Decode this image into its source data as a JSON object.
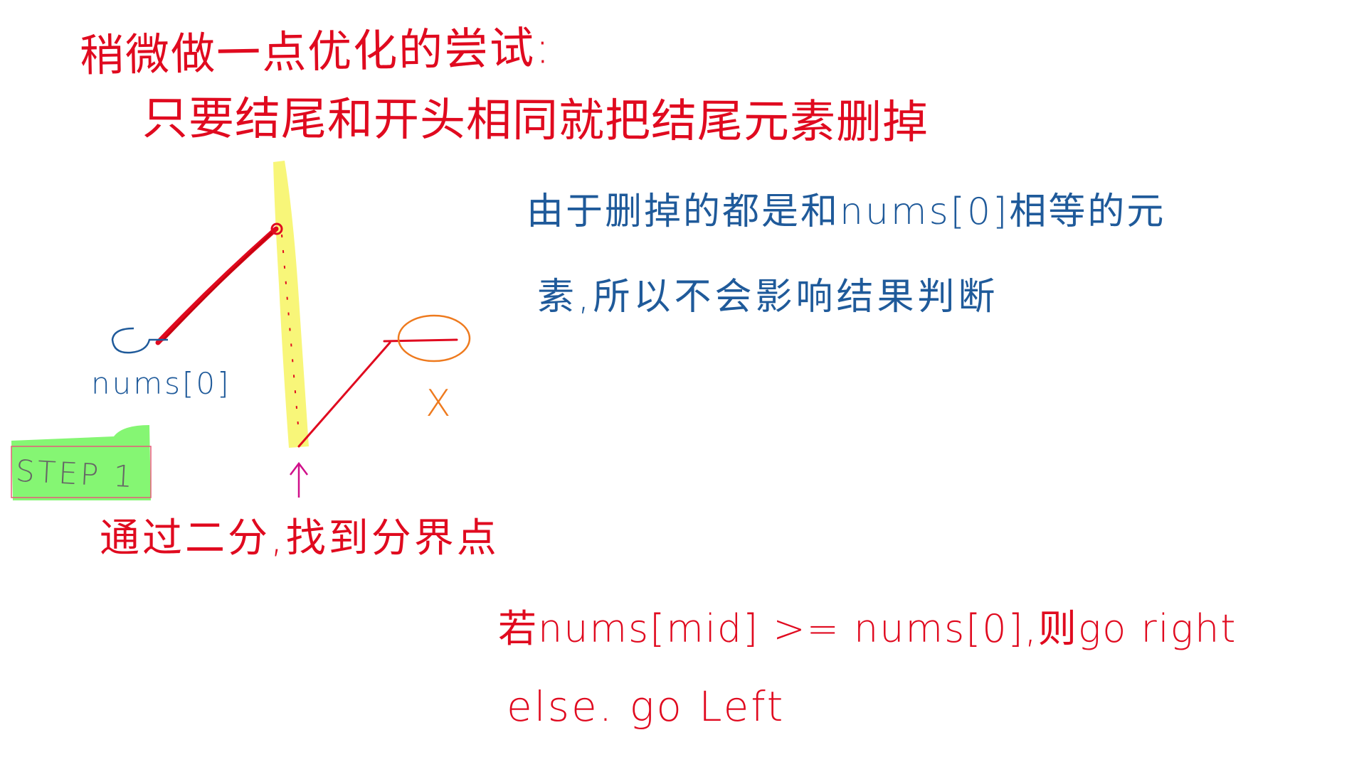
{
  "title": {
    "line1": "稍微做一点优化的尝试:",
    "line2": "只要结尾和开头相同就把结尾元素删掉"
  },
  "note": {
    "line1": "由于删掉的都是和nums[0]相等的元",
    "line2": "素,所以不会影响结果判断"
  },
  "diagram": {
    "start_label": "nums[0]",
    "end_label": "X",
    "pivot_marker": "↑"
  },
  "step": {
    "badge": "STEP 1",
    "description": "通过二分,找到分界点"
  },
  "rule": {
    "line1": "若nums[mid] >= nums[0],则go right",
    "line2": "else. go Left"
  },
  "colors": {
    "ink_red": "#e00a1f",
    "ink_blue": "#1f5a9a",
    "ink_orange": "#ee7a1e",
    "highlight_yellow": "#f7f56a",
    "highlight_green": "#7ef56c",
    "ink_magenta": "#d0108a"
  }
}
